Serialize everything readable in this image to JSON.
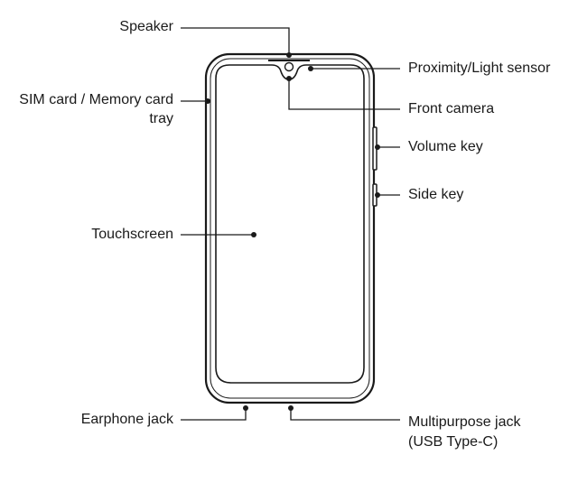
{
  "labels": {
    "speaker": "Speaker",
    "sim_tray_line1": "SIM card / Memory card",
    "sim_tray_line2": "tray",
    "touchscreen": "Touchscreen",
    "earphone_jack": "Earphone jack",
    "proximity_sensor": "Proximity/Light sensor",
    "front_camera": "Front camera",
    "volume_key": "Volume key",
    "side_key": "Side key",
    "multipurpose_line1": "Multipurpose jack",
    "multipurpose_line2": "(USB Type-C)"
  },
  "colors": {
    "line": "#1a1a1a",
    "background": "#ffffff"
  }
}
